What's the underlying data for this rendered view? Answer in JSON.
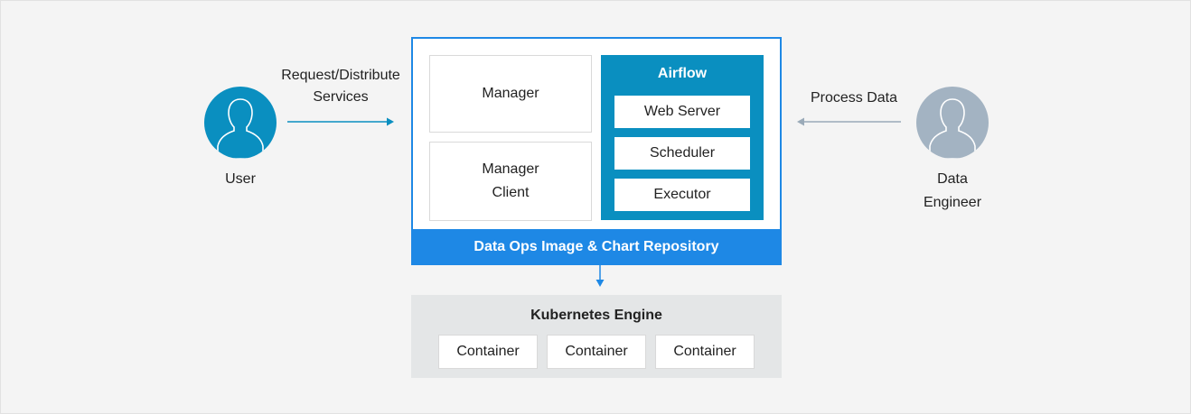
{
  "actors": {
    "user": {
      "label": "User",
      "color": "#0a8fc0"
    },
    "data_engineer": {
      "label_line1": "Data",
      "label_line2": "Engineer",
      "color": "#a3b3c2"
    }
  },
  "edges": {
    "user_to_system": {
      "label_line1": "Request/Distribute",
      "label_line2": "Services",
      "color": "#0a8fc0"
    },
    "engineer_to_system": {
      "label": "Process Data",
      "color": "#9aaab8"
    },
    "repo_to_k8s": {
      "color": "#1e88e5"
    }
  },
  "system": {
    "manager": {
      "label": "Manager"
    },
    "manager_client": {
      "label_line1": "Manager",
      "label_line2": "Client"
    },
    "airflow": {
      "title": "Airflow",
      "items": [
        "Web Server",
        "Scheduler",
        "Executor"
      ],
      "color": "#0a8fc0"
    },
    "repository": {
      "label": "Data Ops Image & Chart Repository",
      "color": "#1e88e5"
    }
  },
  "kubernetes": {
    "title": "Kubernetes Engine",
    "containers": [
      "Container",
      "Container",
      "Container"
    ]
  }
}
